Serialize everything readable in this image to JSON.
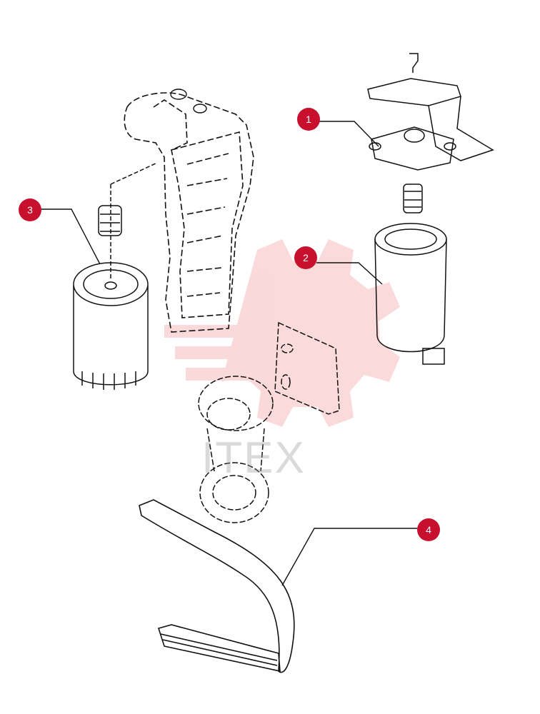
{
  "colors": {
    "callout": "#c8102e",
    "watermark": "#e8323c",
    "line": "#111111"
  },
  "watermark": {
    "text": "ITEX",
    "icon": "gear-icon"
  },
  "callouts": [
    {
      "number": "1",
      "part": "filter-head"
    },
    {
      "number": "2",
      "part": "fuel-filter"
    },
    {
      "number": "3",
      "part": "oil-filter"
    },
    {
      "number": "4",
      "part": "drive-belt"
    }
  ]
}
